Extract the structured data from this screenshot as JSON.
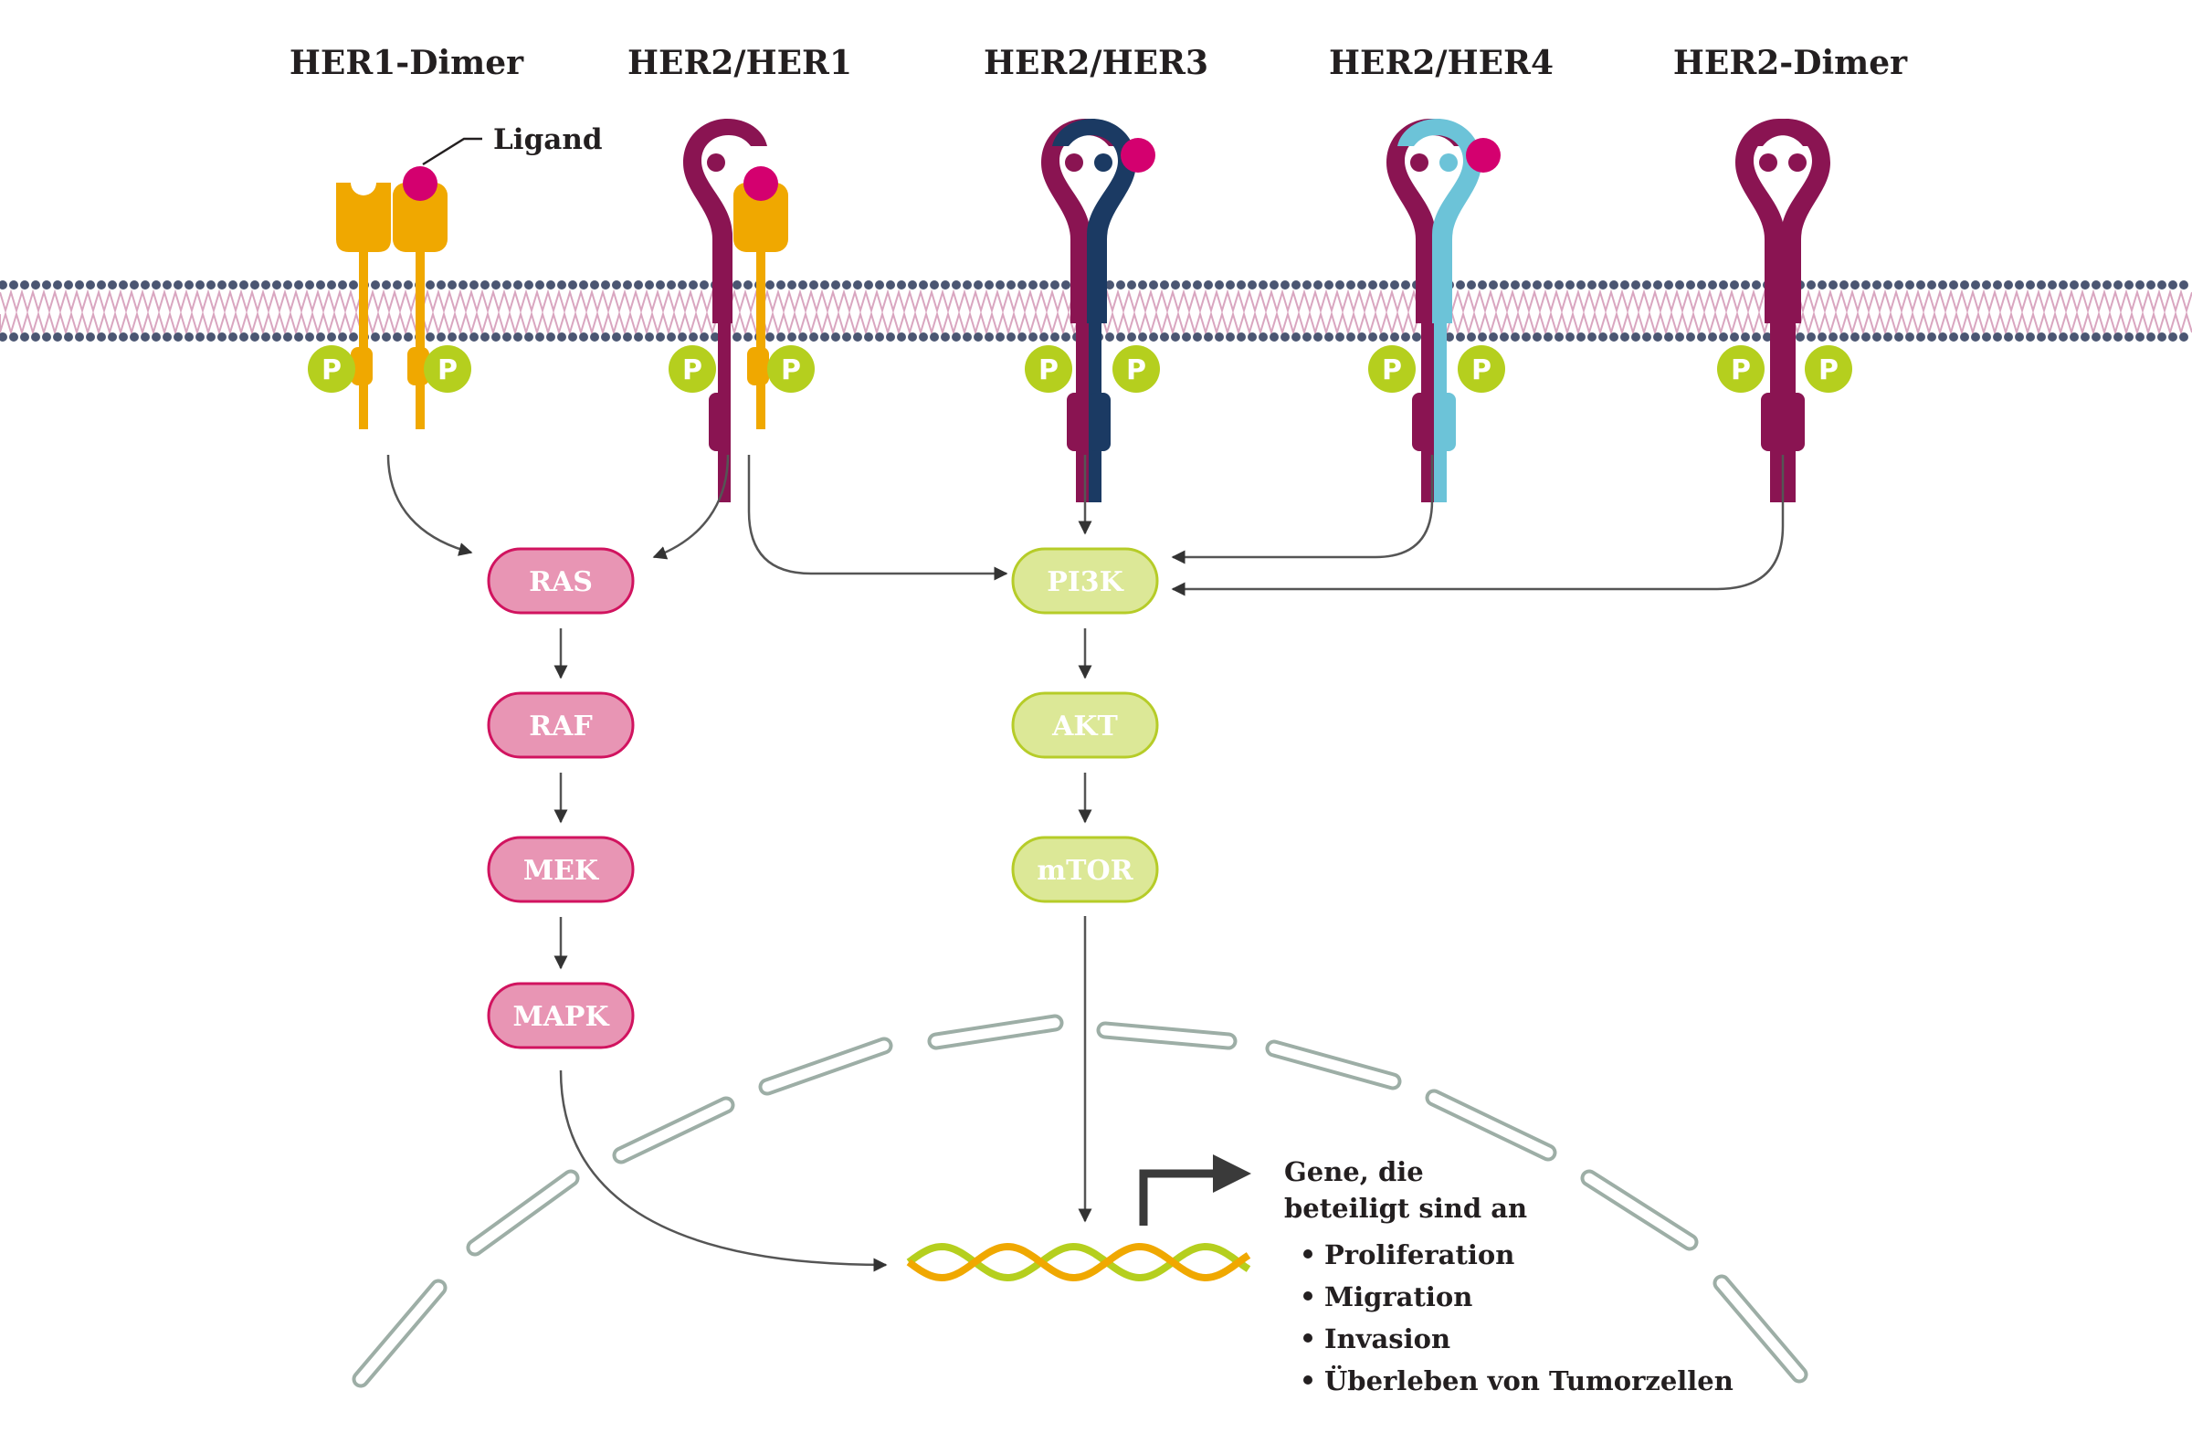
{
  "titles": {
    "her1_dimer": "HER1-Dimer",
    "her2_her1": "HER2/HER1",
    "her2_her3": "HER2/HER3",
    "her2_her4": "HER2/HER4",
    "her2_dimer": "HER2-Dimer"
  },
  "ligand_label": "Ligand",
  "phospho_label": "P",
  "pathways": {
    "ras": [
      "RAS",
      "RAF",
      "MEK",
      "MAPK"
    ],
    "pi3k": [
      "PI3K",
      "AKT",
      "mTOR"
    ]
  },
  "genes": {
    "heading": [
      "Gene, die",
      "beteiligt sind an"
    ],
    "items": [
      "Proliferation",
      "Migration",
      "Invasion",
      "Überleben von Tumorzellen"
    ]
  },
  "colors": {
    "her1": "#f0a800",
    "her2": "#8a1452",
    "her3": "#1b3a63",
    "her4": "#6cc3d8",
    "ligand": "#d4006f",
    "phospho": "#b5cf1e",
    "ras_fill": "#e895b4",
    "ras_stroke": "#d1135f",
    "pi3k_fill": "#dce897",
    "pi3k_stroke": "#b6cc28",
    "membrane_dots": "#4b5672",
    "membrane_lipid": "#d9a6c0",
    "nucleus": "#9daea6",
    "dna_orange": "#f0a800",
    "dna_green": "#b5cf1e"
  }
}
